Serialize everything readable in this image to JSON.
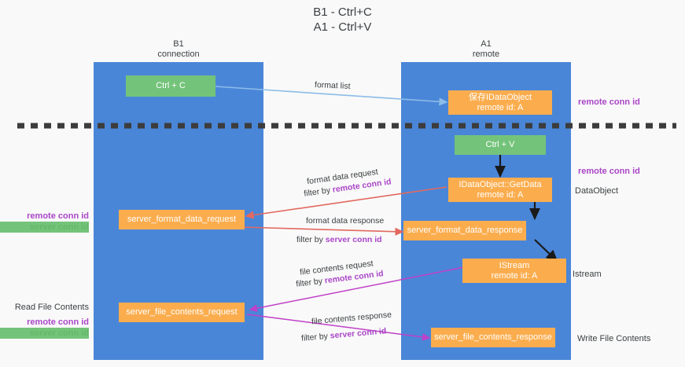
{
  "title": "B1 - Ctrl+C\nA1 - Ctrl+V",
  "lanes": [
    {
      "id": "b1",
      "header": "B1\nconnection"
    },
    {
      "id": "a1",
      "header": "A1\nremote"
    }
  ],
  "boxes": {
    "ctrl_c": "Ctrl + C",
    "ctrl_v": "Ctrl + V",
    "save_idataobject": "保存IDataObject\nremote id: A",
    "getdata": "IDataObject::GetData\nremote id: A",
    "istream": "IStream\nremote id: A",
    "server_format_data_request": "server_format_data_request",
    "server_format_data_response": "server_format_data_response",
    "server_file_contents_request": "server_file_contents_request",
    "server_file_contents_response": "server_file_contents_response"
  },
  "edge_labels": {
    "format_list": "format list",
    "format_data_request": "format data request",
    "format_data_request_filter_prefix": "filter by ",
    "format_data_request_filter_key": "remote conn id",
    "format_data_response": "format data response",
    "format_data_response_filter_prefix": "filter by ",
    "format_data_response_filter_key": "server conn id",
    "file_contents_request": "file contents request",
    "file_contents_request_filter_prefix": "filter by ",
    "file_contents_request_filter_key": "remote conn id",
    "file_contents_response": "file contents response",
    "file_contents_response_filter_prefix": "filter by ",
    "file_contents_response_filter_key": "server conn id"
  },
  "annotations": {
    "left_mid_remote": "remote conn id",
    "left_mid_server": "server conn id",
    "left_read_file_contents": "Read File Contents",
    "left_bottom_remote": "remote conn id",
    "left_bottom_server": "server conn id",
    "right_top_remote": "remote conn id",
    "right_mid_remote": "remote conn id",
    "right_dataobject": "DataObject",
    "right_istream": "Istream",
    "right_write_file_contents": "Write File Contents"
  },
  "colors": {
    "lane": "#4a86d8",
    "green_box": "#74c37a",
    "orange_box": "#fbad4e",
    "remote_conn_id": "#aa46c8",
    "server_conn_id": "#63b96a",
    "arrow_blue": "#8cbce8",
    "arrow_red": "#e2695f",
    "arrow_magenta": "#c040c8",
    "arrow_black": "#1a1a1a",
    "divider": "#3c3c3c",
    "background": "#f9f9f9"
  }
}
